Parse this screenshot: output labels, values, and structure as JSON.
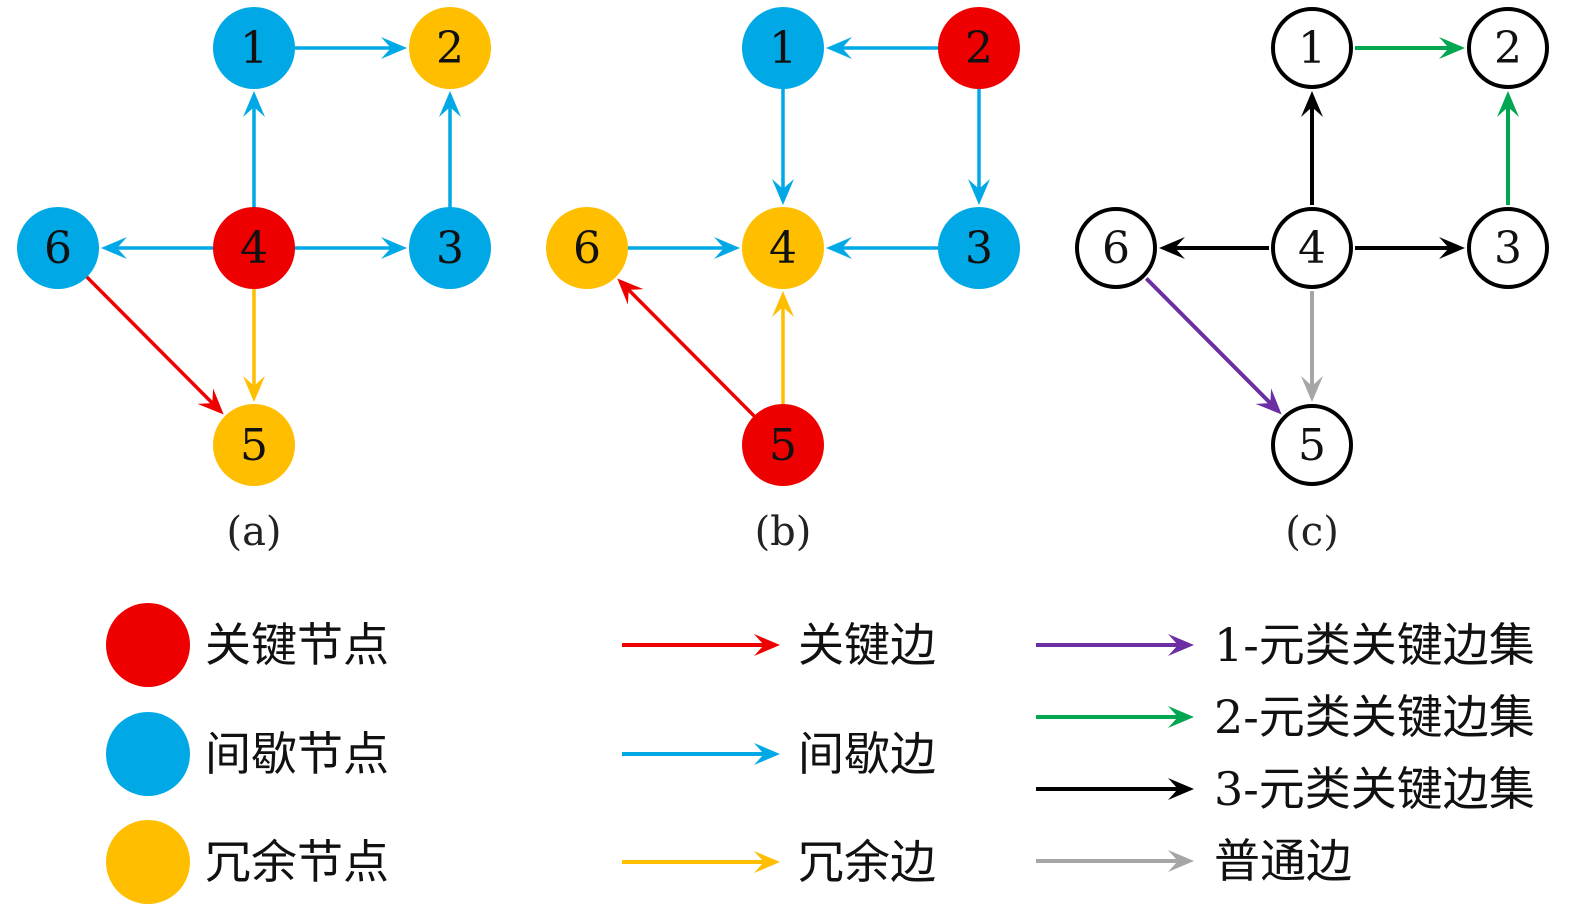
{
  "colors": {
    "red": "#ee0000",
    "blue": "#00a8e6",
    "yellow": "#ffbe00",
    "purple": "#6b2fa3",
    "green": "#00a650",
    "black": "#000000",
    "gray": "#a6a6a6",
    "white": "#ffffff"
  },
  "panels": [
    {
      "caption": "(a)",
      "nodes": [
        {
          "id": "1",
          "label": "1",
          "color": "blue"
        },
        {
          "id": "2",
          "label": "2",
          "color": "yellow"
        },
        {
          "id": "3",
          "label": "3",
          "color": "blue"
        },
        {
          "id": "4",
          "label": "4",
          "color": "red"
        },
        {
          "id": "5",
          "label": "5",
          "color": "yellow"
        },
        {
          "id": "6",
          "label": "6",
          "color": "blue"
        }
      ],
      "edges": [
        {
          "from": "1",
          "to": "2",
          "color": "blue"
        },
        {
          "from": "4",
          "to": "1",
          "color": "blue"
        },
        {
          "from": "3",
          "to": "2",
          "color": "blue"
        },
        {
          "from": "4",
          "to": "6",
          "color": "blue"
        },
        {
          "from": "4",
          "to": "3",
          "color": "blue"
        },
        {
          "from": "4",
          "to": "5",
          "color": "yellow"
        },
        {
          "from": "6",
          "to": "5",
          "color": "red"
        }
      ]
    },
    {
      "caption": "(b)",
      "nodes": [
        {
          "id": "1",
          "label": "1",
          "color": "blue"
        },
        {
          "id": "2",
          "label": "2",
          "color": "red"
        },
        {
          "id": "3",
          "label": "3",
          "color": "blue"
        },
        {
          "id": "4",
          "label": "4",
          "color": "yellow"
        },
        {
          "id": "5",
          "label": "5",
          "color": "red"
        },
        {
          "id": "6",
          "label": "6",
          "color": "yellow"
        }
      ],
      "edges": [
        {
          "from": "2",
          "to": "1",
          "color": "blue"
        },
        {
          "from": "1",
          "to": "4",
          "color": "blue"
        },
        {
          "from": "2",
          "to": "3",
          "color": "blue"
        },
        {
          "from": "6",
          "to": "4",
          "color": "blue"
        },
        {
          "from": "3",
          "to": "4",
          "color": "blue"
        },
        {
          "from": "5",
          "to": "4",
          "color": "yellow"
        },
        {
          "from": "5",
          "to": "6",
          "color": "red"
        }
      ]
    },
    {
      "caption": "(c)",
      "nodes": [
        {
          "id": "1",
          "label": "1",
          "color": "white"
        },
        {
          "id": "2",
          "label": "2",
          "color": "white"
        },
        {
          "id": "3",
          "label": "3",
          "color": "white"
        },
        {
          "id": "4",
          "label": "4",
          "color": "white"
        },
        {
          "id": "5",
          "label": "5",
          "color": "white"
        },
        {
          "id": "6",
          "label": "6",
          "color": "white"
        }
      ],
      "edges": [
        {
          "from": "1",
          "to": "2",
          "color": "green"
        },
        {
          "from": "3",
          "to": "2",
          "color": "green"
        },
        {
          "from": "4",
          "to": "1",
          "color": "black"
        },
        {
          "from": "4",
          "to": "6",
          "color": "black"
        },
        {
          "from": "4",
          "to": "3",
          "color": "black"
        },
        {
          "from": "4",
          "to": "5",
          "color": "gray"
        },
        {
          "from": "6",
          "to": "5",
          "color": "purple"
        }
      ]
    }
  ],
  "legend": {
    "node_types": [
      {
        "label": "关键节点",
        "color": "red"
      },
      {
        "label": "间歇节点",
        "color": "blue"
      },
      {
        "label": "冗余节点",
        "color": "yellow"
      }
    ],
    "edge_types": [
      {
        "label": "关键边",
        "color": "red"
      },
      {
        "label": "间歇边",
        "color": "blue"
      },
      {
        "label": "冗余边",
        "color": "yellow"
      }
    ],
    "edge_sets": [
      {
        "label": "1-元类关键边集",
        "color": "purple"
      },
      {
        "label": "2-元类关键边集",
        "color": "green"
      },
      {
        "label": "3-元类关键边集",
        "color": "black"
      },
      {
        "label": "普通边",
        "color": "gray"
      }
    ]
  }
}
